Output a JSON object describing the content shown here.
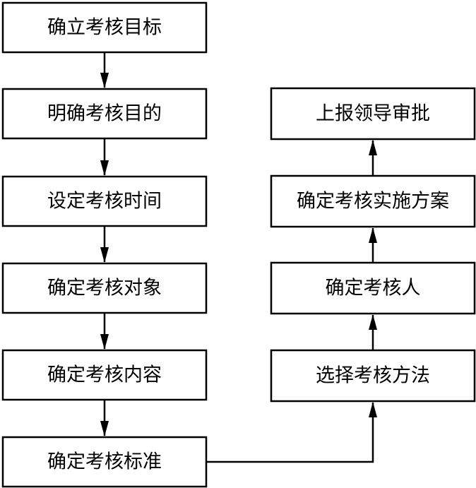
{
  "diagram": {
    "type": "flowchart",
    "left_column": [
      {
        "id": "step-1",
        "label": "确立考核目标"
      },
      {
        "id": "step-2",
        "label": "明确考核目的"
      },
      {
        "id": "step-3",
        "label": "设定考核时间"
      },
      {
        "id": "step-4",
        "label": "确定考核对象"
      },
      {
        "id": "step-5",
        "label": "确定考核内容"
      },
      {
        "id": "step-6",
        "label": "确定考核标准"
      }
    ],
    "right_column": [
      {
        "id": "step-7",
        "label": "选择考核方法"
      },
      {
        "id": "step-8",
        "label": "确定考核人"
      },
      {
        "id": "step-9",
        "label": "确定考核实施方案"
      },
      {
        "id": "step-10",
        "label": "上报领导审批"
      }
    ],
    "edges": [
      {
        "from": "step-1",
        "to": "step-2"
      },
      {
        "from": "step-2",
        "to": "step-3"
      },
      {
        "from": "step-3",
        "to": "step-4"
      },
      {
        "from": "step-4",
        "to": "step-5"
      },
      {
        "from": "step-5",
        "to": "step-6"
      },
      {
        "from": "step-6",
        "to": "step-7"
      },
      {
        "from": "step-7",
        "to": "step-8"
      },
      {
        "from": "step-8",
        "to": "step-9"
      },
      {
        "from": "step-9",
        "to": "step-10"
      }
    ]
  }
}
